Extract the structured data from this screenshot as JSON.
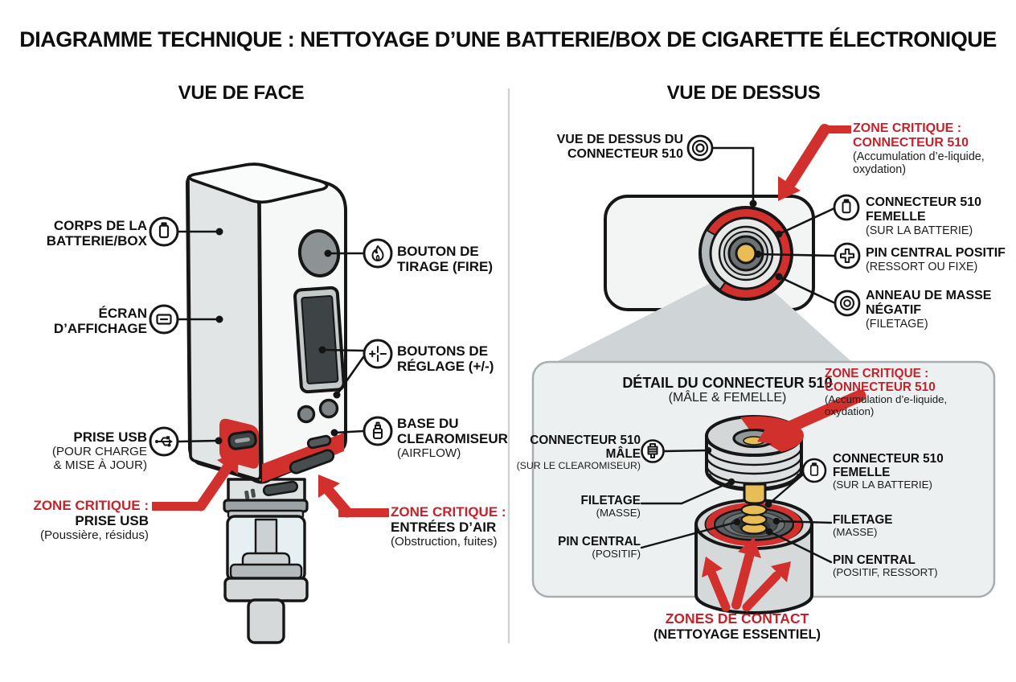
{
  "title": "DIAGRAMME TECHNIQUE : NETTOYAGE D’UNE BATTERIE/BOX DE CIGARETTE ÉLECTRONIQUE",
  "colors": {
    "accent_red": "#c4232b",
    "artwork_red": "#d2302d",
    "gold": "#e9bd55",
    "body_gray": "#e2e5e5",
    "outline": "#161616"
  },
  "icons": {
    "corps": "battery-icon",
    "ecran": "screen-icon",
    "usb": "usb-icon",
    "fire": "flame-icon",
    "reglage": "plus-minus-icon",
    "base": "atomizer-icon",
    "vue510": "concentric-rings-icon",
    "femelle": "battery-icon",
    "pin": "plus-icon",
    "anneau": "ring-icon",
    "male": "male-510-icon"
  },
  "front": {
    "heading": "VUE DE FACE",
    "labels": {
      "corps": {
        "l1": "CORPS DE LA",
        "l2": "BATTERIE/BOX"
      },
      "ecran": {
        "l1": "ÉCRAN",
        "l2": "D’AFFICHAGE"
      },
      "usb": {
        "l1": "PRISE USB",
        "l2": "(POUR CHARGE",
        "l3": "& MISE À JOUR)"
      },
      "zone_usb": {
        "l1": "ZONE CRITIQUE :",
        "l2": "PRISE USB",
        "l3": "(Poussière, résidus)"
      },
      "fire": {
        "l1": "BOUTON DE",
        "l2": "TIRAGE (FIRE)"
      },
      "reglage": {
        "l1": "BOUTONS DE",
        "l2": "RÉGLAGE (+/-)"
      },
      "base": {
        "l1": "BASE DU",
        "l2": "CLEAROMISEUR",
        "l3": "(AIRFLOW)"
      },
      "zone_air": {
        "l1": "ZONE CRITIQUE :",
        "l2": "ENTRÉES D’AIR",
        "l3": "(Obstruction, fuites)"
      }
    }
  },
  "top": {
    "heading": "VUE DE DESSUS",
    "labels": {
      "vue510": {
        "l1": "VUE DE DESSUS DU",
        "l2": "CONNECTEUR 510"
      },
      "zone510": {
        "l1": "ZONE CRITIQUE :",
        "l2": "CONNECTEUR 510",
        "l3": "(Accumulation d’e-liquide,",
        "l4": "oxydation)"
      },
      "femelle": {
        "l1": "CONNECTEUR 510",
        "l2": "FEMELLE",
        "l3": "(SUR LA BATTERIE)"
      },
      "pin": {
        "l1": "PIN CENTRAL POSITIF",
        "l2": "(RESSORT OU FIXE)"
      },
      "anneau": {
        "l1": "ANNEAU DE MASSE",
        "l2": "NÉGATIF",
        "l3": "(FILETAGE)"
      }
    }
  },
  "detail": {
    "title1": "DÉTAIL DU CONNECTEUR 510",
    "title2": "(MÂLE & FEMELLE)",
    "labels": {
      "zone510": {
        "l1": "ZONE CRITIQUE :",
        "l2": "CONNECTEUR 510",
        "l3": "(Accumulation d’e-liquide,",
        "l4": "oxydation)"
      },
      "male": {
        "l1": "CONNECTEUR 510",
        "l2": "MÂLE",
        "l3": "(SUR LE CLEAROMISEUR)"
      },
      "filetage_l": {
        "l1": "FILETAGE",
        "l2": "(MASSE)"
      },
      "pin_l": {
        "l1": "PIN CENTRAL",
        "l2": "(POSITIF)"
      },
      "femelle": {
        "l1": "CONNECTEUR 510",
        "l2": "FEMELLE",
        "l3": "(SUR LA BATTERIE)"
      },
      "filetage_r": {
        "l1": "FILETAGE",
        "l2": "(MASSE)"
      },
      "pin_r": {
        "l1": "PIN CENTRAL",
        "l2": "(POSITIF, RESSORT)"
      },
      "contact": {
        "l1": "ZONES DE CONTACT",
        "l2": "(NETTOYAGE ESSENTIEL)"
      }
    }
  }
}
